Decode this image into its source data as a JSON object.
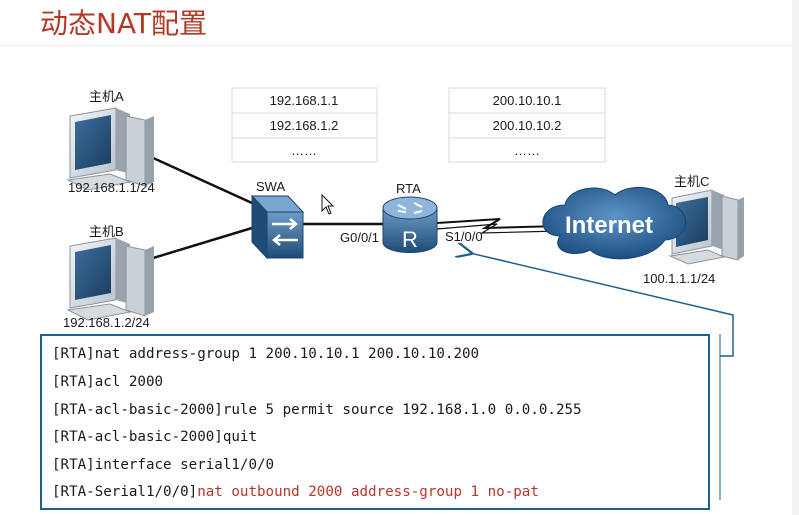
{
  "title": "动态NAT配置",
  "hosts": {
    "a": {
      "name": "主机A",
      "ip": "192.168.1.1/24"
    },
    "b": {
      "name": "主机B",
      "ip": "192.168.1.2/24"
    },
    "c": {
      "name": "主机C",
      "ip": "100.1.1.1/24"
    }
  },
  "devices": {
    "switch": "SWA",
    "router": "RTA",
    "router_glyph": "R",
    "internet": "Internet"
  },
  "interfaces": {
    "g0": "G0/0/1",
    "s1": "S1/0/0"
  },
  "tables": {
    "inside": [
      "192.168.1.1",
      "192.168.1.2",
      "……"
    ],
    "pool": [
      "200.10.10.1",
      "200.10.10.2",
      "……"
    ]
  },
  "config": {
    "line1": "[RTA]nat address-group 1 200.10.10.1 200.10.10.200",
    "line2": "[RTA]acl 2000",
    "line3": "[RTA-acl-basic-2000]rule 5 permit source 192.168.1.0 0.0.0.255",
    "line4": "[RTA-acl-basic-2000]quit",
    "line5": "[RTA]interface serial1/0/0",
    "line6_prefix": "[RTA-Serial1/0/0]",
    "line6_cmd": "nat outbound 2000 address-group 1 no-pat"
  },
  "colors": {
    "title": "#b23a25",
    "box_border": "#1f5f8c",
    "highlight": "#b8352a",
    "device": "#2f6390"
  }
}
